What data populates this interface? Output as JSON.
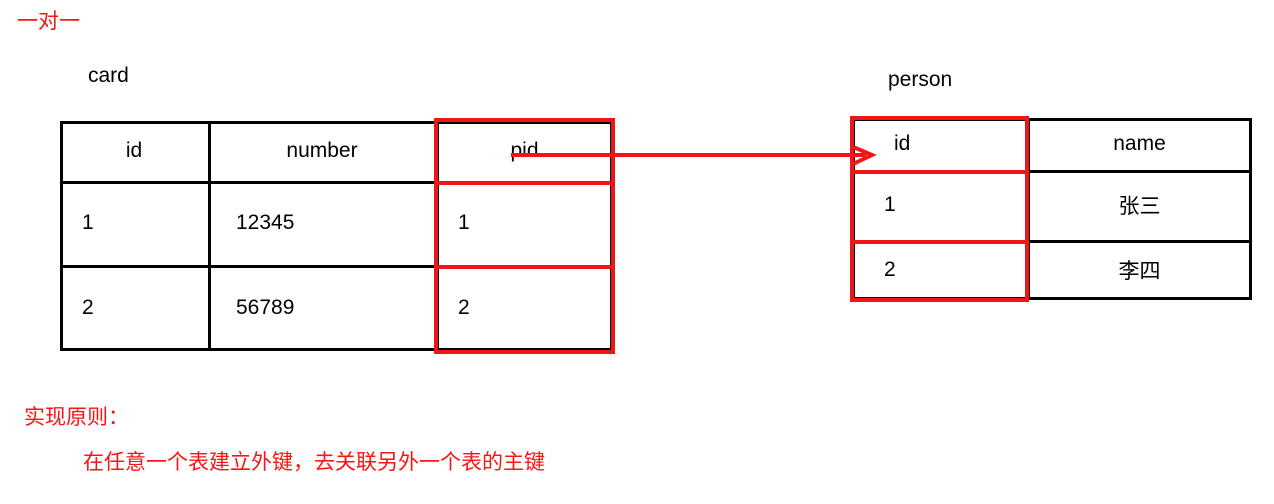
{
  "title": "一对一",
  "accent_color": "#f01616",
  "text_color": "#000000",
  "tables": {
    "card": {
      "caption": "card",
      "columns": [
        "id",
        "number",
        "pid"
      ],
      "highlighted_column": "pid",
      "rows": [
        [
          "1",
          "12345",
          "1"
        ],
        [
          "2",
          "56789",
          "2"
        ]
      ]
    },
    "person": {
      "caption": "person",
      "columns": [
        "id",
        "name"
      ],
      "highlighted_column": "id",
      "rows": [
        [
          "1",
          "张三"
        ],
        [
          "2",
          "李四"
        ]
      ]
    }
  },
  "relation": {
    "from": "card.pid",
    "to": "person.id",
    "arrow_icon": "arrow-right-icon"
  },
  "notes": {
    "heading": "实现原则：",
    "body": "在任意一个表建立外键，去关联另外一个表的主键"
  }
}
